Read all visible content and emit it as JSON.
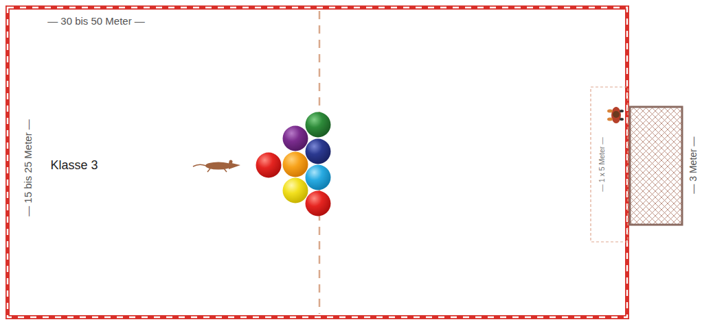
{
  "diagram": {
    "labels": [
      "— 30 bis 50 Meter —",
      "— 15 bis 25 Meter —",
      "Klasse 3",
      "— 1 x 5 Meter —",
      "— 3 Meter —"
    ]
  }
}
